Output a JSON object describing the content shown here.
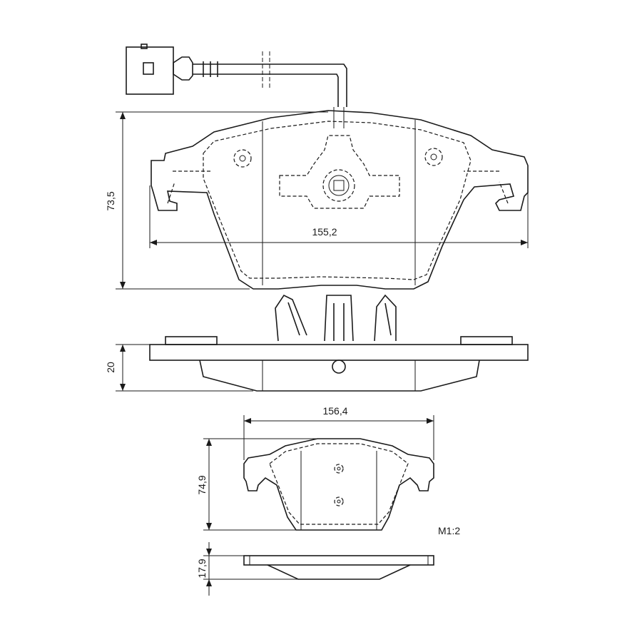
{
  "dimensions": {
    "height_top": "73,5",
    "width_top": "155,2",
    "thickness_top": "20",
    "width_bottom": "156,4",
    "height_bottom": "74,9",
    "thickness_bottom": "17,9"
  },
  "scale": "M1:2",
  "colors": {
    "line": "#1a1a1a",
    "background": "#ffffff"
  }
}
